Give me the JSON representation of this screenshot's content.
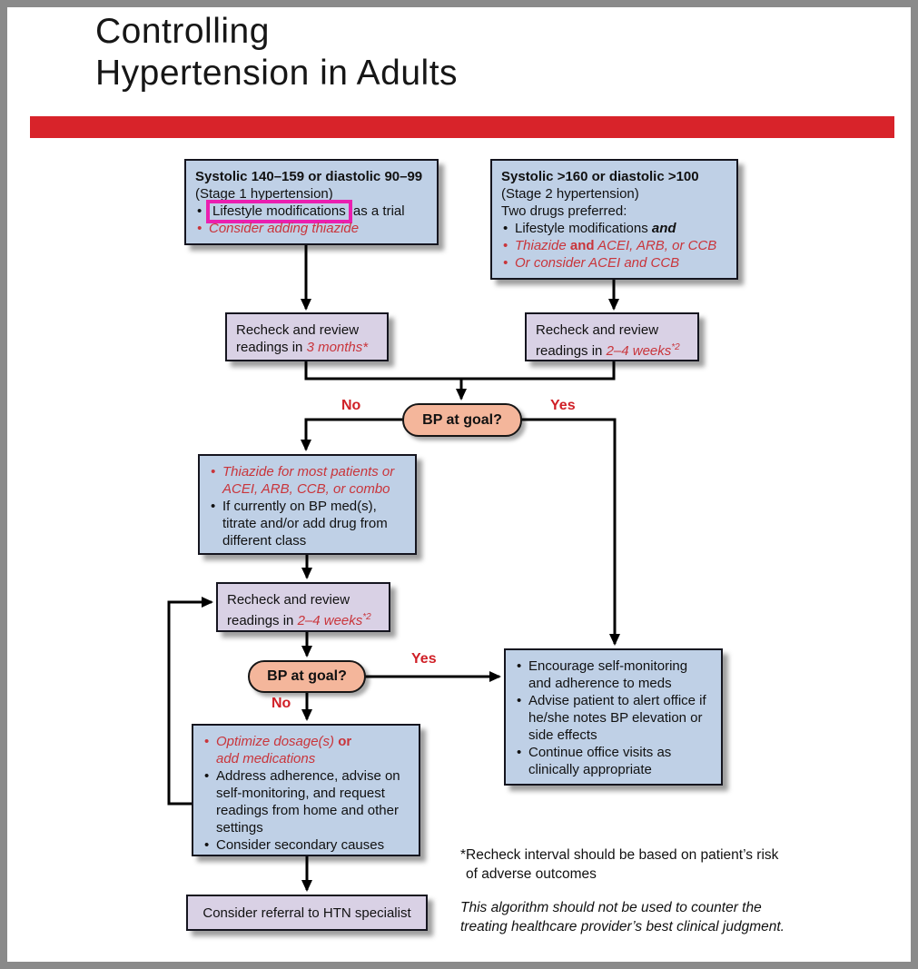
{
  "title": {
    "line1": "Controlling",
    "line2": "Hypertension in Adults"
  },
  "nodes": {
    "stage1": {
      "heading": "Systolic 140–159 or diastolic 90–99",
      "subheading": "(Stage 1 hypertension)",
      "bullet1_highlighted": "Lifestyle modifications",
      "bullet1_rest": " as a trial",
      "bullet2": "Consider adding thiazide"
    },
    "stage2": {
      "heading": "Systolic >160 or diastolic >100",
      "subheading": "(Stage 2 hypertension)",
      "intro": "Two drugs preferred:",
      "bullet1_text": "Lifestyle modifications ",
      "bullet1_and": "and",
      "bullet2_thiazide": "Thiazide ",
      "bullet2_and": "and",
      "bullet2_rest": " ACEI, ARB, or CCB",
      "bullet3": "Or consider ACEI and CCB"
    },
    "recheck_3mo": {
      "lead": "Recheck and review readings in ",
      "interval": "3 months*"
    },
    "recheck_24wk_a": {
      "lead": "Recheck and review readings in ",
      "interval": "2–4 weeks",
      "footmark": "*2"
    },
    "recheck_24wk_b": {
      "lead": "Recheck and review readings in ",
      "interval": "2–4 weeks",
      "footmark": "*2"
    },
    "decision1": {
      "label": "BP at goal?",
      "no": "No",
      "yes": "Yes"
    },
    "decision2": {
      "label": "BP at goal?",
      "no": "No",
      "yes": "Yes"
    },
    "thiazide": {
      "bullet1": "Thiazide for most patients or ACEI, ARB, CCB, or combo",
      "bullet2": "If currently on BP med(s), titrate and/or add drug from different class"
    },
    "encourage": {
      "bullet1": "Encourage self-monitoring and adherence to meds",
      "bullet2": "Advise patient to alert office if he/she notes BP elevation or side effects",
      "bullet3": "Continue office visits as clinically appropriate"
    },
    "optimize": {
      "bullet1_seg1": "Optimize dosage(s) ",
      "bullet1_or": "or",
      "bullet1_seg2": "add medications",
      "bullet2": "Address adherence, advise on self-monitoring, and request readings from home and other settings",
      "bullet3": "Consider secondary causes"
    },
    "referral": {
      "text": "Consider referral to HTN specialist"
    }
  },
  "footnotes": {
    "recheck_line1": "*Recheck interval should be based on patient’s risk",
    "recheck_line2": "of adverse outcomes",
    "disclaimer_line1": "This algorithm should not be used to counter the",
    "disclaimer_line2": "treating healthcare provider’s best clinical judgment."
  },
  "colors": {
    "accent_bar": "#d8232a",
    "box_blue": "#bfd0e6",
    "box_lavender": "#d9d1e5",
    "oval_peach": "#f4b69b",
    "red_text": "#c9353b",
    "label_red": "#d02027",
    "highlight_magenta": "#ea1fb0",
    "frame_gray": "#8a8a8a"
  }
}
